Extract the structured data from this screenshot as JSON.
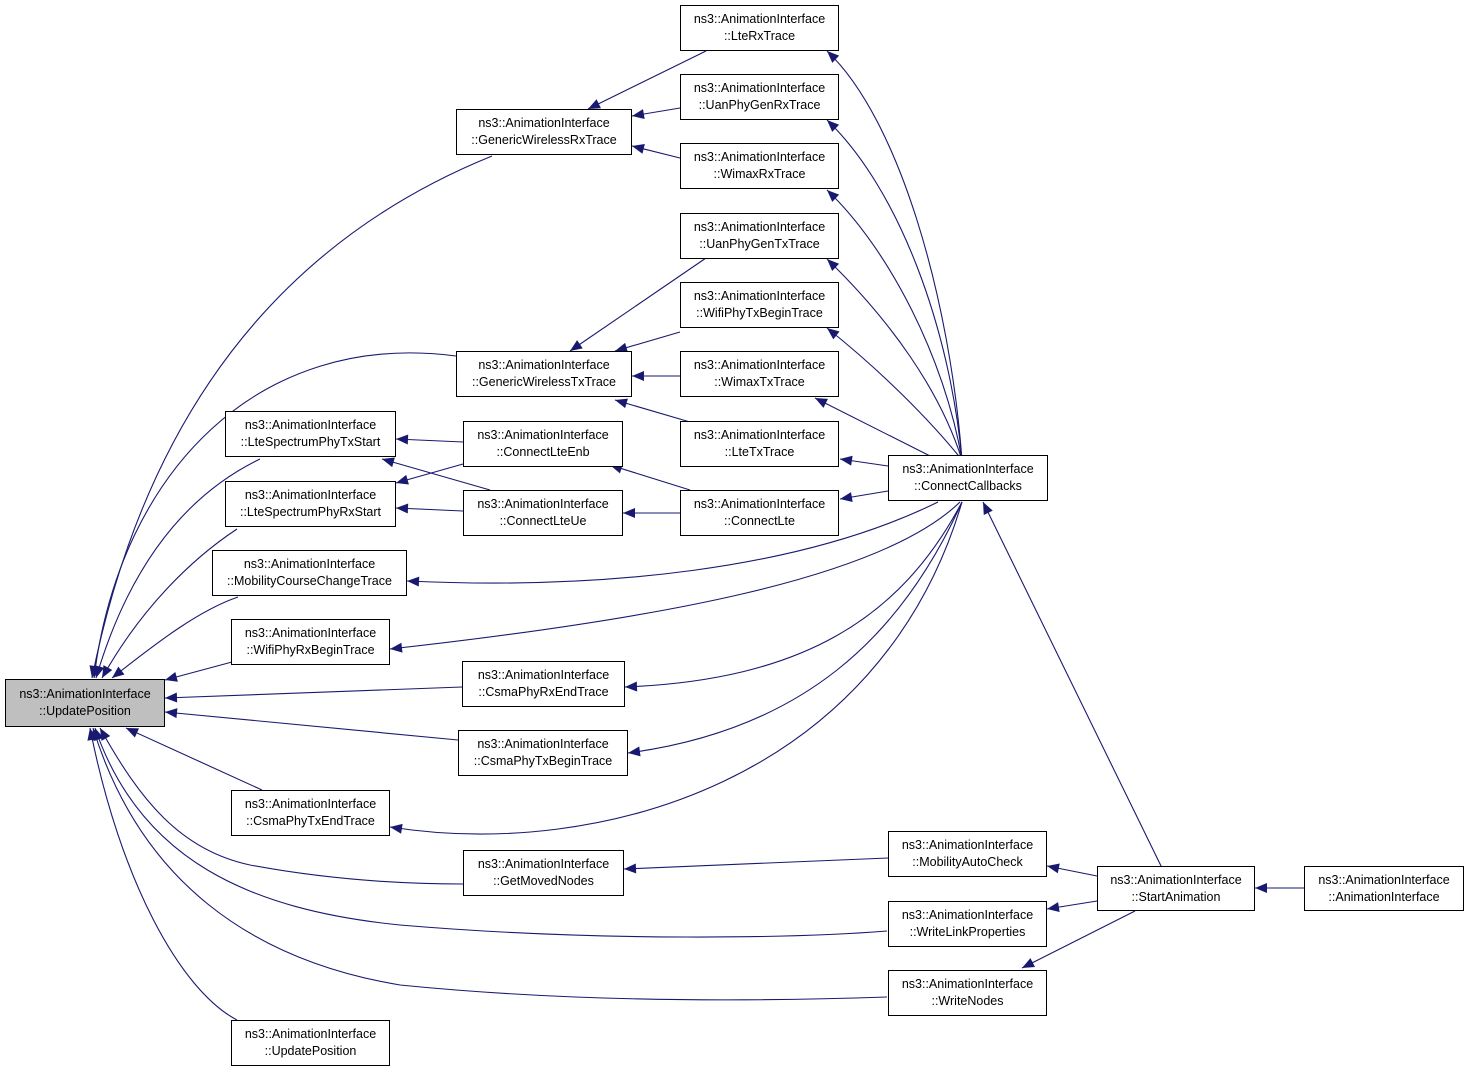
{
  "colors": {
    "edge": "#191970",
    "root_fill": "#bfbfbf",
    "node_fill": "#ffffff",
    "border": "#000000"
  },
  "nodes": {
    "root": {
      "line1": "ns3::AnimationInterface",
      "line2": "::UpdatePosition"
    },
    "lte_rx_trace": {
      "line1": "ns3::AnimationInterface",
      "line2": "::LteRxTrace"
    },
    "uan_phy_gen_rx_trace": {
      "line1": "ns3::AnimationInterface",
      "line2": "::UanPhyGenRxTrace"
    },
    "wimax_rx_trace": {
      "line1": "ns3::AnimationInterface",
      "line2": "::WimaxRxTrace"
    },
    "generic_wireless_rx_trace": {
      "line1": "ns3::AnimationInterface",
      "line2": "::GenericWirelessRxTrace"
    },
    "uan_phy_gen_tx_trace": {
      "line1": "ns3::AnimationInterface",
      "line2": "::UanPhyGenTxTrace"
    },
    "wifi_phy_tx_begin_trace": {
      "line1": "ns3::AnimationInterface",
      "line2": "::WifiPhyTxBeginTrace"
    },
    "wimax_tx_trace": {
      "line1": "ns3::AnimationInterface",
      "line2": "::WimaxTxTrace"
    },
    "generic_wireless_tx_trace": {
      "line1": "ns3::AnimationInterface",
      "line2": "::GenericWirelessTxTrace"
    },
    "lte_tx_trace": {
      "line1": "ns3::AnimationInterface",
      "line2": "::LteTxTrace"
    },
    "lte_spectrum_phy_tx_start": {
      "line1": "ns3::AnimationInterface",
      "line2": "::LteSpectrumPhyTxStart"
    },
    "connect_lte_enb": {
      "line1": "ns3::AnimationInterface",
      "line2": "::ConnectLteEnb"
    },
    "lte_spectrum_phy_rx_start": {
      "line1": "ns3::AnimationInterface",
      "line2": "::LteSpectrumPhyRxStart"
    },
    "connect_lte_ue": {
      "line1": "ns3::AnimationInterface",
      "line2": "::ConnectLteUe"
    },
    "connect_lte": {
      "line1": "ns3::AnimationInterface",
      "line2": "::ConnectLte"
    },
    "connect_callbacks": {
      "line1": "ns3::AnimationInterface",
      "line2": "::ConnectCallbacks"
    },
    "mobility_course_change_trace": {
      "line1": "ns3::AnimationInterface",
      "line2": "::MobilityCourseChangeTrace"
    },
    "wifi_phy_rx_begin_trace": {
      "line1": "ns3::AnimationInterface",
      "line2": "::WifiPhyRxBeginTrace"
    },
    "csma_phy_rx_end_trace": {
      "line1": "ns3::AnimationInterface",
      "line2": "::CsmaPhyRxEndTrace"
    },
    "csma_phy_tx_begin_trace": {
      "line1": "ns3::AnimationInterface",
      "line2": "::CsmaPhyTxBeginTrace"
    },
    "csma_phy_tx_end_trace": {
      "line1": "ns3::AnimationInterface",
      "line2": "::CsmaPhyTxEndTrace"
    },
    "get_moved_nodes": {
      "line1": "ns3::AnimationInterface",
      "line2": "::GetMovedNodes"
    },
    "mobility_auto_check": {
      "line1": "ns3::AnimationInterface",
      "line2": "::MobilityAutoCheck"
    },
    "start_animation": {
      "line1": "ns3::AnimationInterface",
      "line2": "::StartAnimation"
    },
    "animation_interface_ctor": {
      "line1": "ns3::AnimationInterface",
      "line2": "::AnimationInterface"
    },
    "write_link_properties": {
      "line1": "ns3::AnimationInterface",
      "line2": "::WriteLinkProperties"
    },
    "write_nodes": {
      "line1": "ns3::AnimationInterface",
      "line2": "::WriteNodes"
    },
    "update_position_overload": {
      "line1": "ns3::AnimationInterface",
      "line2": "::UpdatePosition"
    }
  }
}
